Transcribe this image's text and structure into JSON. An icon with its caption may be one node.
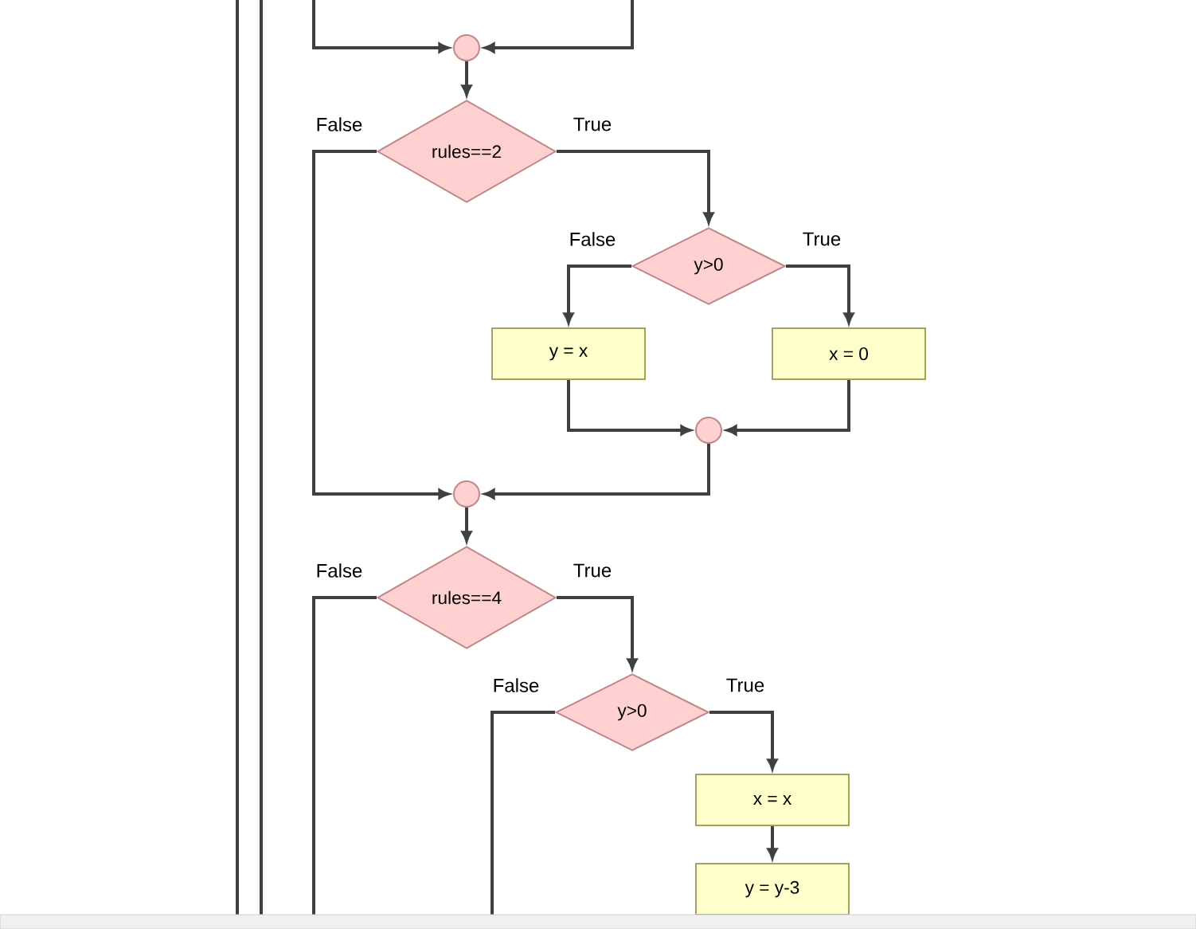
{
  "diagram": {
    "nodes": [
      {
        "text": [],
        "shape": "circle"
      },
      {
        "text": [
          "rules==2"
        ]
      },
      {
        "text": [
          "y>0"
        ]
      },
      {
        "text": [
          "y = x"
        ]
      },
      {
        "text": [
          "x = 0"
        ]
      },
      {
        "text": [],
        "shape": "circle"
      },
      {
        "text": [],
        "shape": "circle"
      },
      {
        "text": [
          "rules==4"
        ]
      },
      {
        "text": [
          "y>0"
        ]
      },
      {
        "text": [
          "x = x"
        ]
      },
      {
        "text": [
          "y = y-3"
        ]
      }
    ],
    "edges": [
      {
        "from": null,
        "to": 0,
        "arrow": "to"
      },
      {
        "from": null,
        "to": 0,
        "arrow": "to"
      },
      {
        "from": 0,
        "to": 1,
        "arrow": "to"
      },
      {
        "from": 1,
        "to": 6,
        "arrow": "to",
        "label": "False"
      },
      {
        "from": 1,
        "to": 2,
        "arrow": "to",
        "label": "True"
      },
      {
        "from": 2,
        "to": 3,
        "arrow": "to",
        "label": "False"
      },
      {
        "from": 2,
        "to": 4,
        "arrow": "to",
        "label": "True"
      },
      {
        "from": 3,
        "to": 5,
        "arrow": "to"
      },
      {
        "from": 4,
        "to": 5,
        "arrow": "to"
      },
      {
        "from": 5,
        "to": 6,
        "arrow": "to"
      },
      {
        "from": 6,
        "to": 7,
        "arrow": "to"
      },
      {
        "from": 7,
        "to": null,
        "arrow": "none",
        "label": "False"
      },
      {
        "from": 7,
        "to": 8,
        "arrow": "to",
        "label": "True"
      },
      {
        "from": 8,
        "to": null,
        "arrow": "none",
        "label": "False"
      },
      {
        "from": 8,
        "to": 9,
        "arrow": "to",
        "label": "True"
      },
      {
        "from": 9,
        "to": 10,
        "arrow": "to"
      }
    ]
  }
}
